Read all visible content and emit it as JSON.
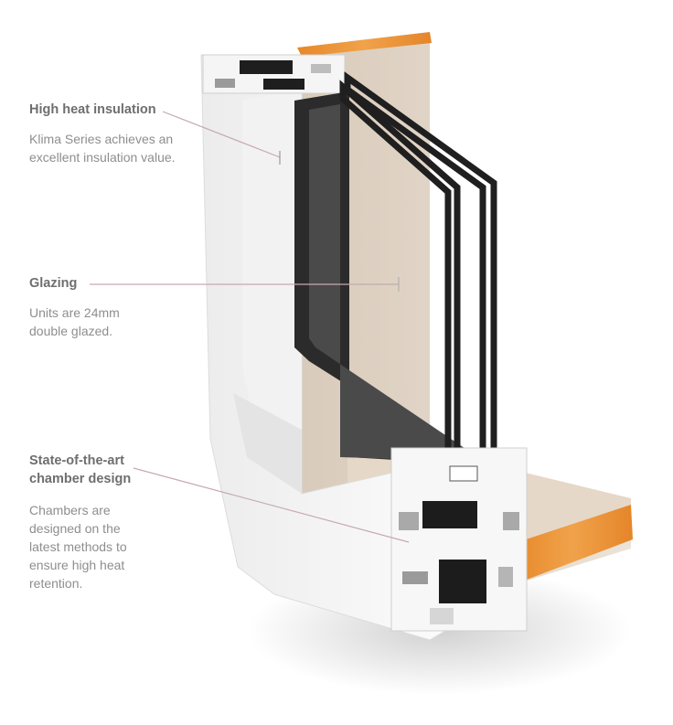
{
  "callouts": [
    {
      "heading": "High heat insulation",
      "description": "Klima Series achieves an excellent insulation value."
    },
    {
      "heading": "Glazing",
      "description": "Units are 24mm double glazed."
    },
    {
      "heading": "State-of-the-art chamber design",
      "description": "Chambers are designed on the latest methods to ensure high heat retention."
    }
  ],
  "colors": {
    "leader_line": "#c6a9b1",
    "frame_white": "#f7f7f7",
    "wall_beige": "#e7dbcd",
    "wood_orange": "#e8922f",
    "glass_dark": "#2a2a2a",
    "heading_gray": "#6e6e6e",
    "text_gray": "#8e8e8e"
  }
}
